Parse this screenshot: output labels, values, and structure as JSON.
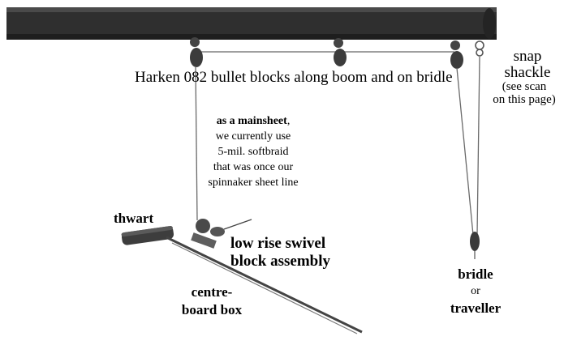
{
  "labels": {
    "blocks": "Harken 082 bullet blocks along boom and on bridle",
    "snap_shackle_1": "snap",
    "snap_shackle_2": "shackle",
    "see_scan_1": "(see scan",
    "see_scan_2": "on this page)",
    "mainsheet_bold": "as a mainsheet",
    "mainsheet_comma": ",",
    "mainsheet_2": "we currently use",
    "mainsheet_3": "5-mil. softbraid",
    "mainsheet_4": "that was once our",
    "mainsheet_5": "spinnaker sheet line",
    "thwart": "thwart",
    "swivel_1": "low rise swivel",
    "swivel_2": "block assembly",
    "centre_1": "centre-",
    "centre_2": "board box",
    "bridle_1": "bridle",
    "bridle_or": "or",
    "bridle_3": "traveller"
  },
  "colors": {
    "boom": "#2b2b2b",
    "line": "#6a6a6a",
    "hardware": "#3a3a3a"
  }
}
